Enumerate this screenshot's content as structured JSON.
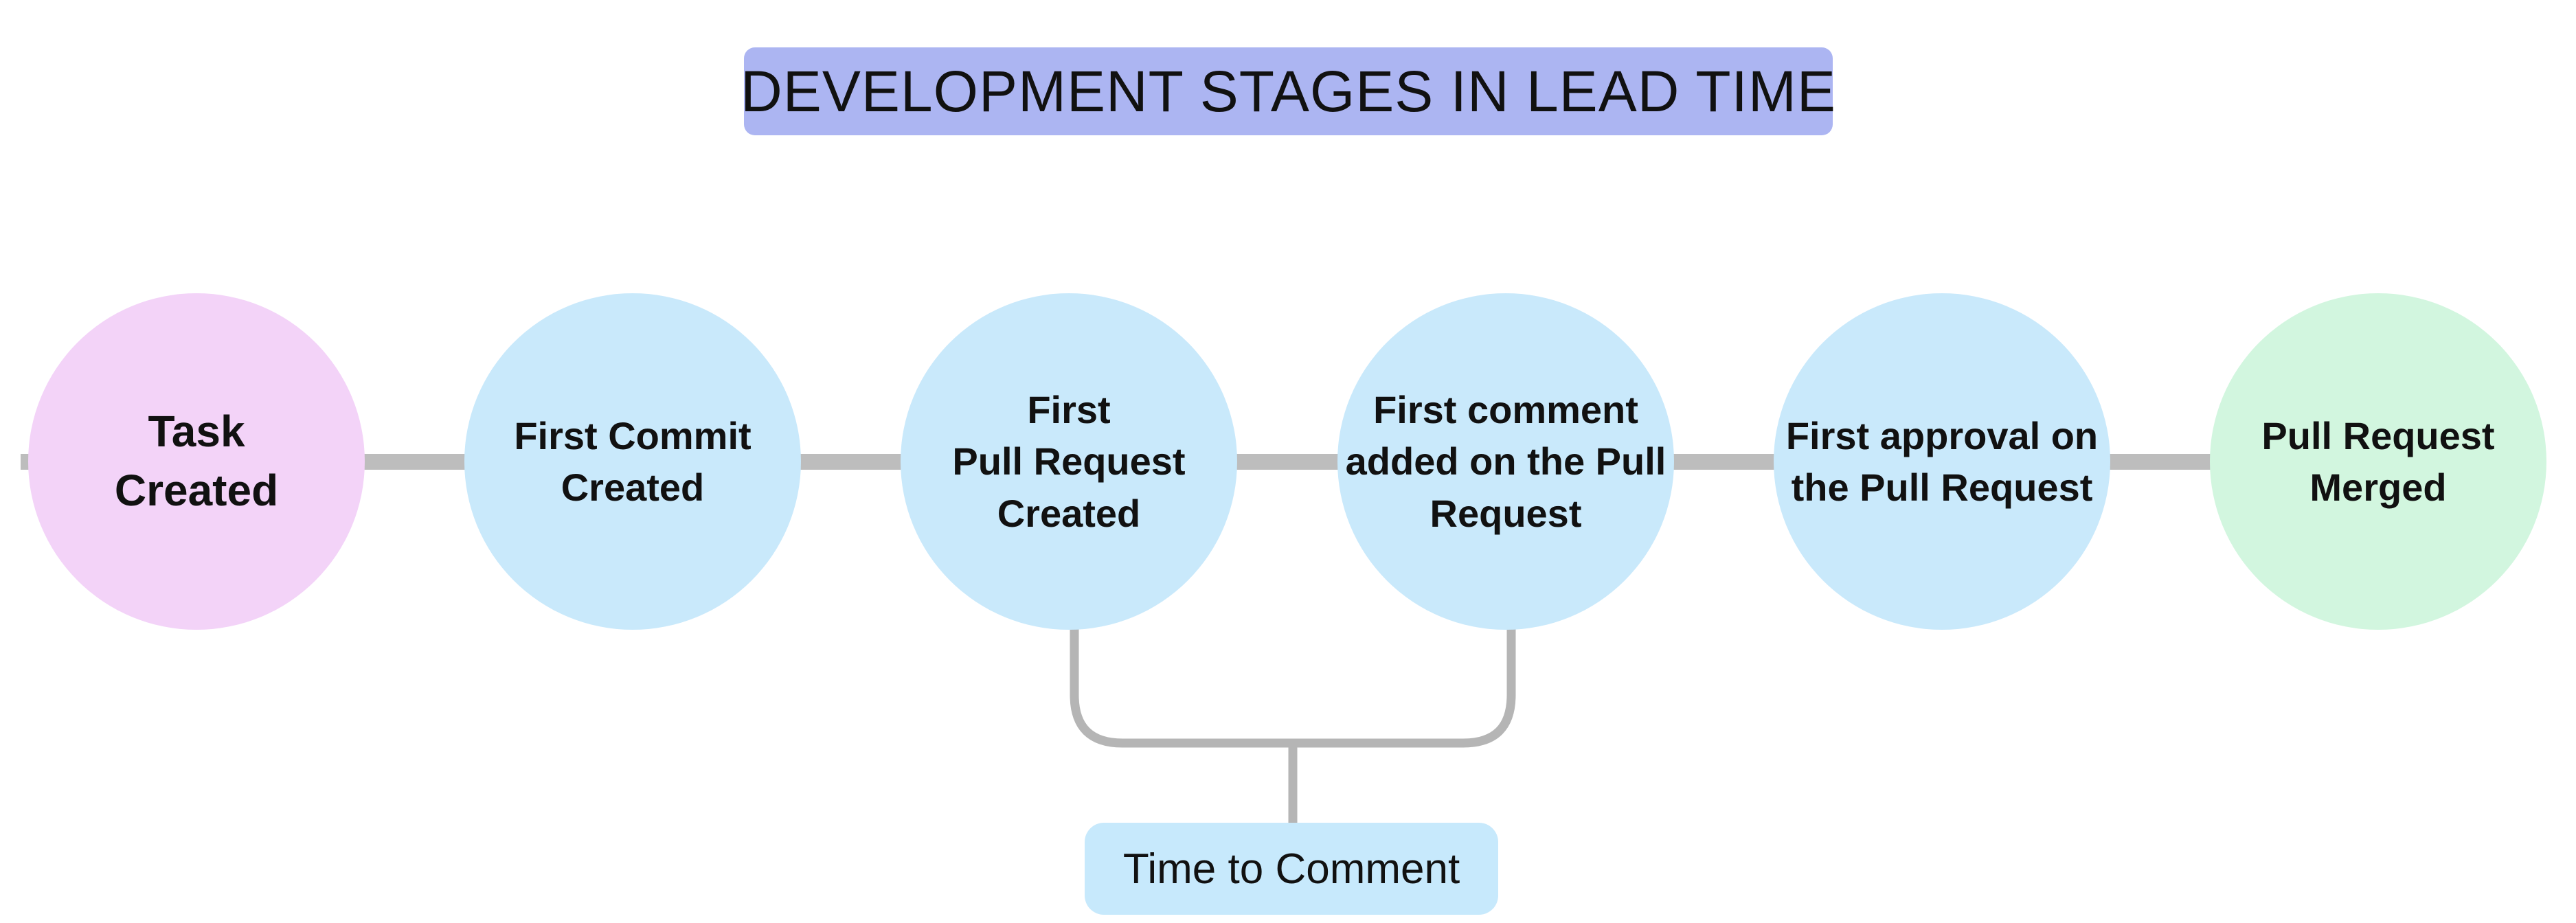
{
  "title": {
    "text": "DEVELOPMENT STAGES IN LEAD TIME",
    "background": "#acb5f2"
  },
  "stages": [
    {
      "name": "task-created",
      "lines": [
        "Task",
        "Created"
      ],
      "color": "#f3d3f8"
    },
    {
      "name": "first-commit-created",
      "lines": [
        "First Commit",
        "Created"
      ],
      "color": "#c9e9fb"
    },
    {
      "name": "first-pull-request-created",
      "lines": [
        "First",
        "Pull Request",
        "Created"
      ],
      "color": "#c9e9fb"
    },
    {
      "name": "first-comment-added",
      "lines": [
        "First comment",
        "added on the Pull",
        "Request"
      ],
      "color": "#c9e9fb"
    },
    {
      "name": "first-approval",
      "lines": [
        "First approval on",
        "the Pull Request"
      ],
      "color": "#c9e9fb"
    },
    {
      "name": "pull-request-merged",
      "lines": [
        "Pull Request",
        "Merged"
      ],
      "color": "#d2f6df"
    }
  ],
  "annotation": {
    "label": "Time to Comment",
    "background": "#c7e9fc"
  },
  "colors": {
    "connector": "#bdbdbd",
    "bracket": "#b5b5b5",
    "text": "#111111",
    "page_background": "#ffffff"
  }
}
